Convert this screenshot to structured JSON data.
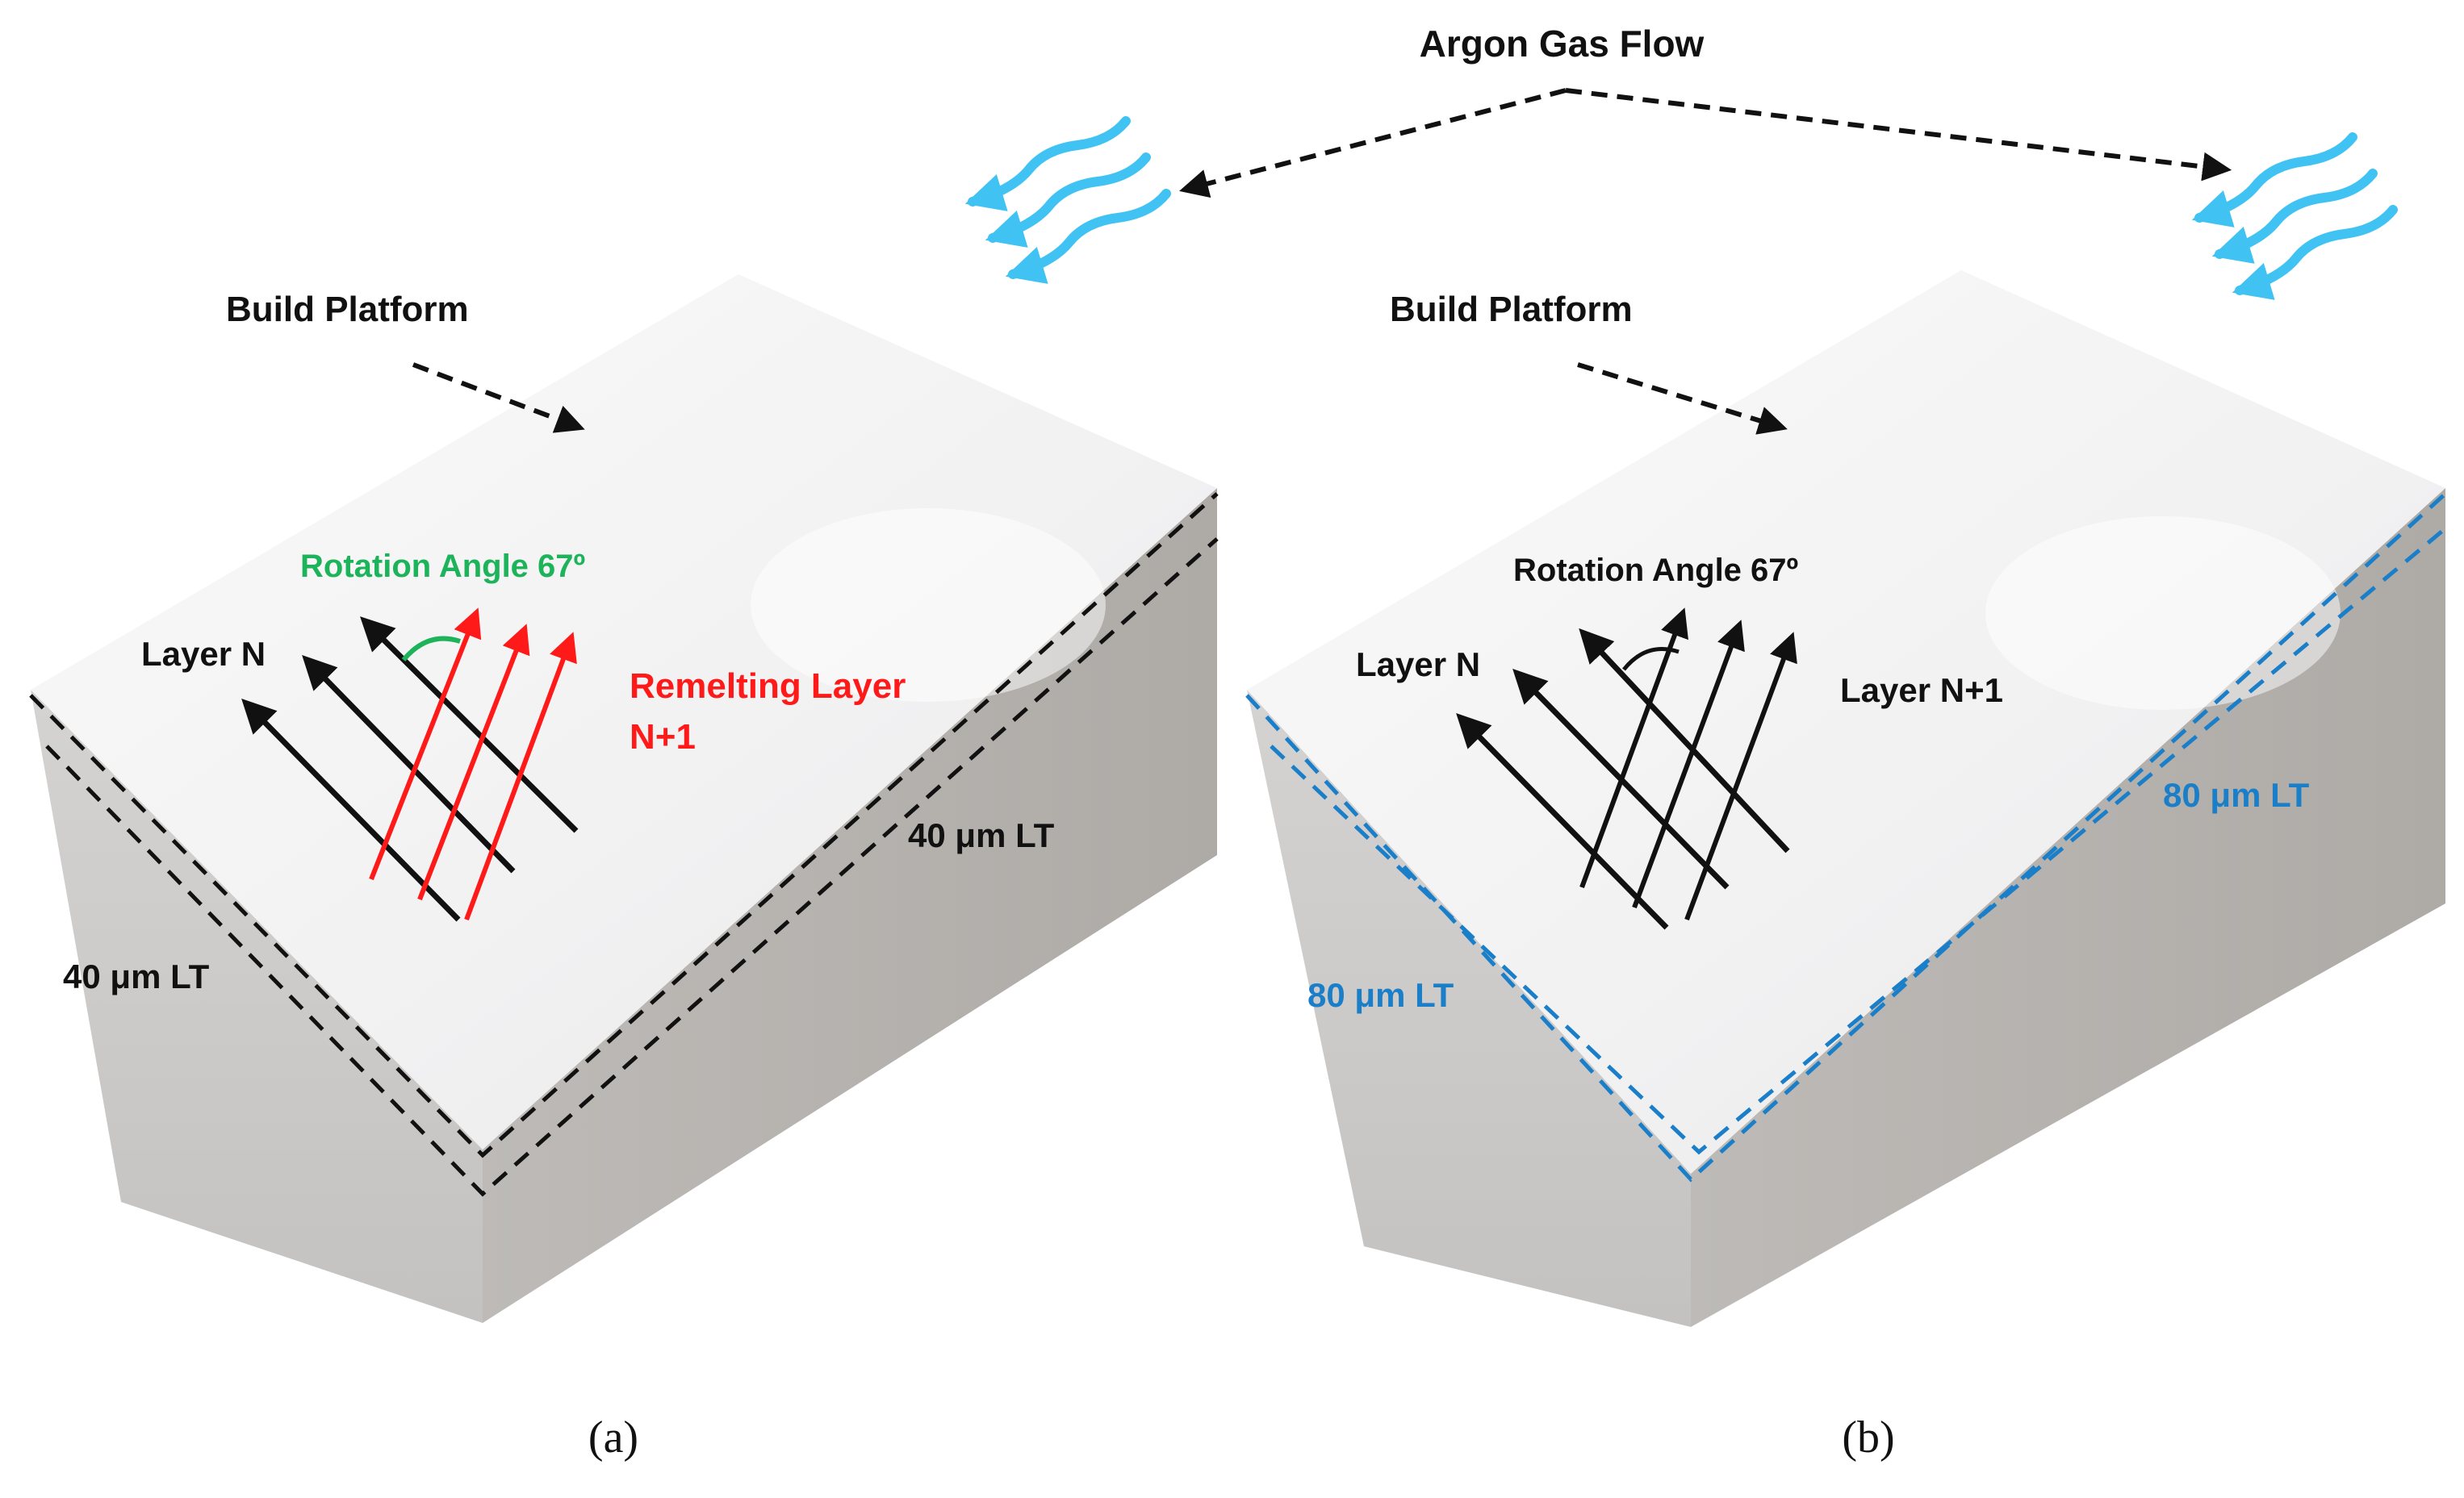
{
  "argon_label": "Argon Gas Flow",
  "colors": {
    "top_face": "#f3f3f4",
    "side_face": "#b8b6b4",
    "front_face": "#c9c7c5",
    "black_dash": "#111111",
    "blue_dash": "#1a7fc8",
    "gas_arrow": "#2cbdf2",
    "red_arrow": "#ff1a1a",
    "green_arc": "#1db35a"
  },
  "panel_a": {
    "build_platform": "Build Platform",
    "rotation_angle": "Rotation Angle 67º",
    "layer_n": "Layer N",
    "remelting_line1": "Remelting Layer",
    "remelting_line2": "N+1",
    "lt_right": "40 μm LT",
    "lt_left": "40 μm LT",
    "caption": "(a)"
  },
  "panel_b": {
    "build_platform": "Build Platform",
    "rotation_angle": "Rotation Angle 67º",
    "layer_n": "Layer N",
    "layer_n1": "Layer N+1",
    "lt_right": "80 μm LT",
    "lt_left": "80 μm LT",
    "caption": "(b)"
  }
}
